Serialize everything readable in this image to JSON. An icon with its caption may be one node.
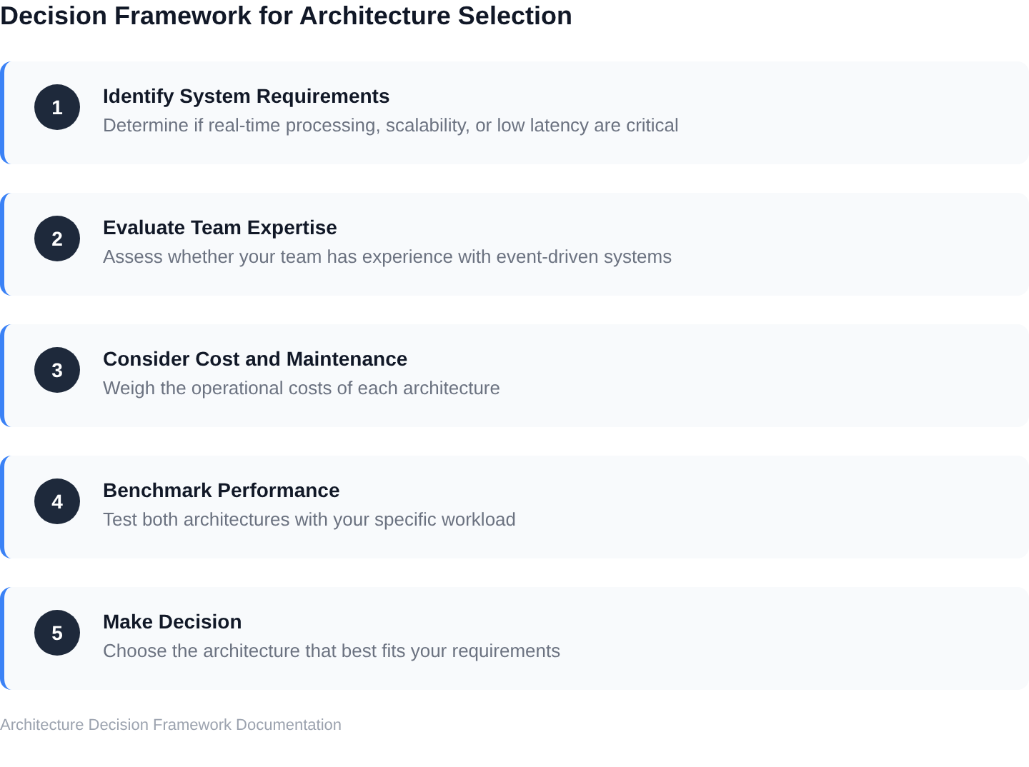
{
  "diagram": {
    "title": "Decision Framework for Architecture Selection",
    "nodes": [
      {
        "text": [
          "Identify System Requirements",
          "Determine if real-time processing, scalability, or low latency are critical"
        ]
      },
      {
        "text": [
          "1"
        ],
        "in": 0
      },
      {
        "text": [
          "Evaluate Team Expertise",
          "Assess whether your team has experience with event-driven systems"
        ]
      },
      {
        "text": [
          "2"
        ],
        "in": 2
      },
      {
        "text": [
          "Consider Cost and Maintenance",
          "Weigh the operational costs of each architecture"
        ]
      },
      {
        "text": [
          "3"
        ],
        "in": 4
      },
      {
        "text": [
          "Benchmark Performance",
          "Test both architectures with your specific workload"
        ]
      },
      {
        "text": [
          "4"
        ],
        "in": 6
      },
      {
        "text": [
          "Make Decision",
          "Choose the architecture that best fits your requirements"
        ]
      },
      {
        "text": [
          "5"
        ],
        "in": 8
      }
    ],
    "labels": [
      "Architecture Decision Framework Documentation"
    ]
  }
}
